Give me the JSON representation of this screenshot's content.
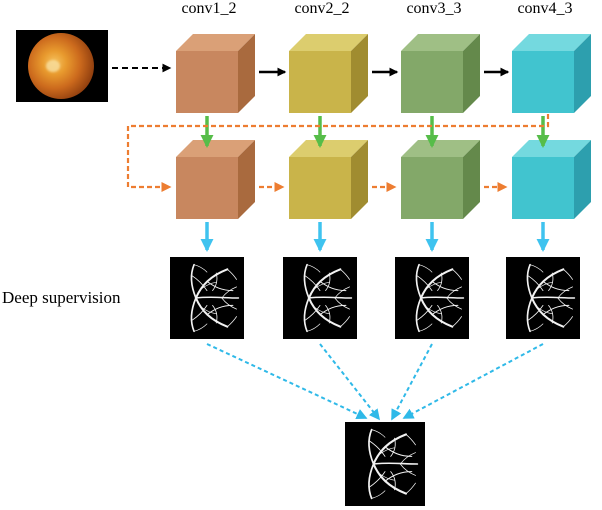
{
  "diagram": {
    "conv_labels": [
      "conv1_2",
      "conv2_2",
      "conv3_3",
      "conv4_3"
    ],
    "deep_supervision_label": "Deep supervision"
  },
  "colors": {
    "cubes": [
      {
        "front": "#c8875f",
        "top": "#daa077",
        "side": "#a96a3e"
      },
      {
        "front": "#c9b44a",
        "top": "#dccd6e",
        "side": "#a08c30"
      },
      {
        "front": "#83a869",
        "top": "#9fbf85",
        "side": "#64894b"
      },
      {
        "front": "#41c4cf",
        "top": "#74d9df",
        "side": "#2d9fae"
      }
    ],
    "arrow_black": "#000000",
    "arrow_green": "#56bd49",
    "arrow_orange": "#ed7d31",
    "arrow_cyan": "#3fc3ef",
    "arrow_cyan_dashed": "#2fb9e8",
    "vessel_foreground": "#f2f2f2",
    "image_background": "#000000"
  }
}
